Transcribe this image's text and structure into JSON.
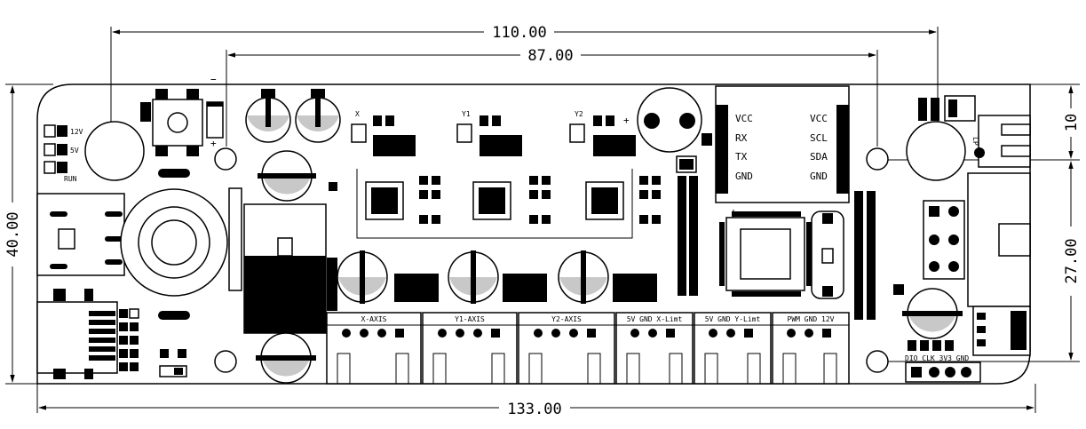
{
  "dimensions": {
    "top_outer": "110.00",
    "top_inner": "87.00",
    "bottom": "133.00",
    "left": "40.00",
    "right_top": "10",
    "right_main": "27.00"
  },
  "silkscreen": {
    "led_12v": "12V",
    "led_5v": "5V",
    "led_run": "RUN",
    "minus": "−",
    "plus": "+",
    "cap_plus": "+",
    "x": "X",
    "y1": "Y1",
    "y2": "Y2",
    "lp": "LP",
    "mod_vcc_l": "VCC",
    "mod_rx": "RX",
    "mod_tx": "TX",
    "mod_gnd_l": "GND",
    "mod_vcc_r": "VCC",
    "mod_scl": "SCL",
    "mod_sda": "SDA",
    "mod_gnd_r": "GND",
    "x_axis": "X-AXIS",
    "y1_axis": "Y1-AXIS",
    "y2_axis": "Y2-AXIS",
    "x_limit": "5V GND X-Limt",
    "y_limit": "5V GND Y-Limt",
    "pwm": "PWM GND 12V",
    "dio": "DIO CLK 3V3 GND"
  }
}
